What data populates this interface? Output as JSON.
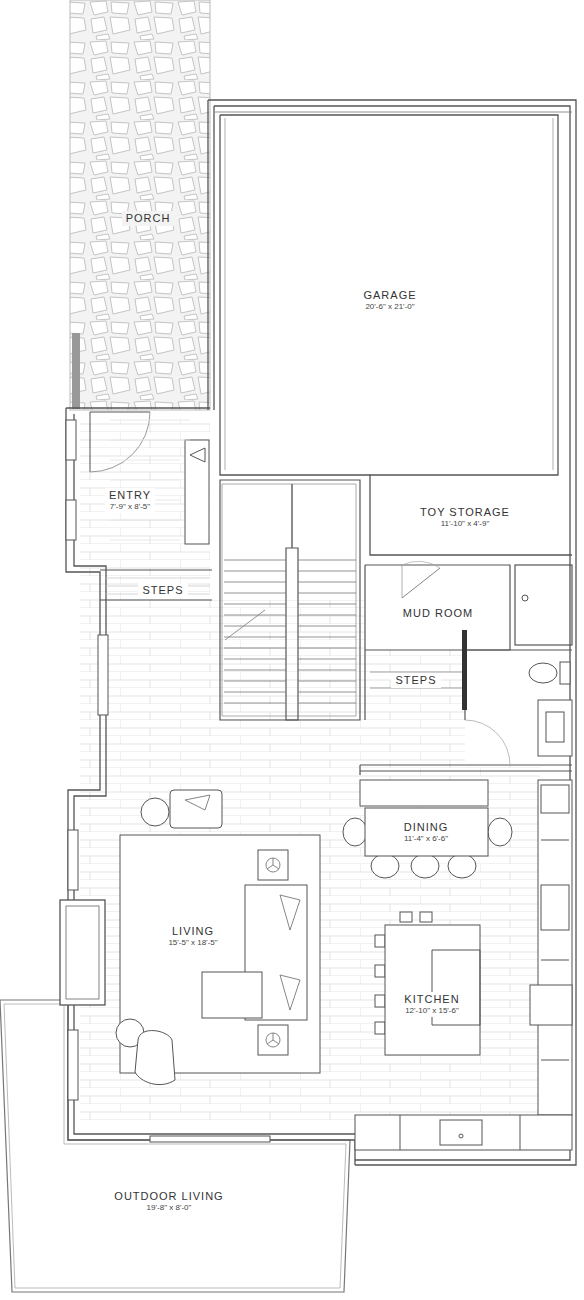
{
  "diagram": {
    "nodes": [
      {
        "text": [
          "PORCH"
        ]
      },
      {
        "text": [
          "GARAGE",
          "20'-6\" x 21'-0\""
        ]
      },
      {
        "text": [
          "ENTRY",
          "7'-9\" x 8'-5\""
        ]
      },
      {
        "text": [
          "TOY STORAGE",
          "11'-10\" x 4'-9\""
        ]
      },
      {
        "text": [
          "STEPS"
        ]
      },
      {
        "text": [
          "MUD ROOM"
        ]
      },
      {
        "text": [
          "STEPS"
        ]
      },
      {
        "text": [
          "DINING",
          "11'-4\" x 6'-6\""
        ]
      },
      {
        "text": [
          "LIVING",
          "15'-5\" x 18'-5\""
        ]
      },
      {
        "text": [
          "KITCHEN",
          "12'-10\" x 15'-6\""
        ]
      },
      {
        "text": [
          "OUTDOOR LIVING",
          "19'-8\" x 8'-0\""
        ]
      }
    ]
  }
}
